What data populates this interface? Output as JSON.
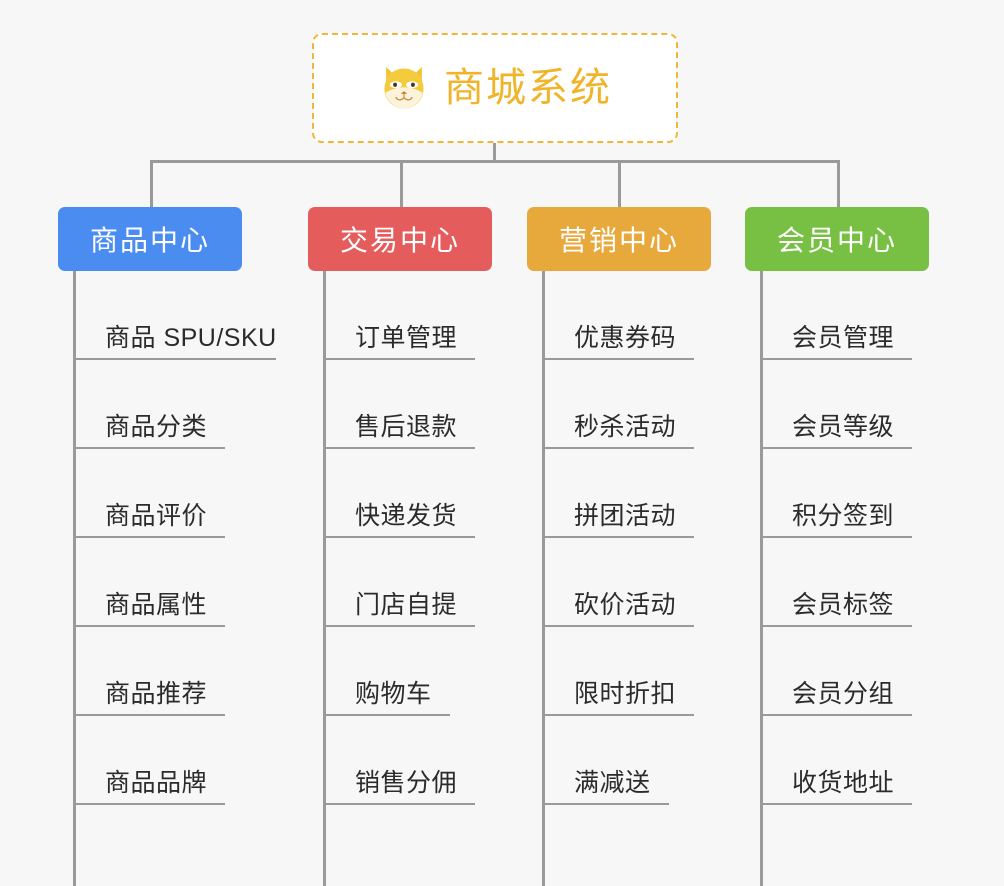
{
  "page": {
    "background_color": "#f7f7f7",
    "connector_color": "#9a9a9a"
  },
  "root": {
    "title": "商城系统",
    "icon": "shiba-dog-face-icon",
    "text_color": "#f0b429",
    "border_color": "#f2b736",
    "background_color": "#ffffff"
  },
  "categories": [
    {
      "name": "商品中心",
      "color": "#4a8cf0",
      "items": [
        {
          "label": "商品 SPU/SKU"
        },
        {
          "label": "商品分类"
        },
        {
          "label": "商品评价"
        },
        {
          "label": "商品属性"
        },
        {
          "label": "商品推荐"
        },
        {
          "label": "商品品牌"
        }
      ]
    },
    {
      "name": "交易中心",
      "color": "#e55c5c",
      "items": [
        {
          "label": "订单管理"
        },
        {
          "label": "售后退款"
        },
        {
          "label": "快递发货"
        },
        {
          "label": "门店自提"
        },
        {
          "label": "购物车"
        },
        {
          "label": "销售分佣"
        }
      ]
    },
    {
      "name": "营销中心",
      "color": "#e8a93c",
      "items": [
        {
          "label": "优惠券码"
        },
        {
          "label": "秒杀活动"
        },
        {
          "label": "拼团活动"
        },
        {
          "label": "砍价活动"
        },
        {
          "label": "限时折扣"
        },
        {
          "label": "满减送"
        }
      ]
    },
    {
      "name": "会员中心",
      "color": "#78c043",
      "items": [
        {
          "label": "会员管理"
        },
        {
          "label": "会员等级"
        },
        {
          "label": "积分签到"
        },
        {
          "label": "会员标签"
        },
        {
          "label": "会员分组"
        },
        {
          "label": "收货地址"
        }
      ]
    }
  ]
}
